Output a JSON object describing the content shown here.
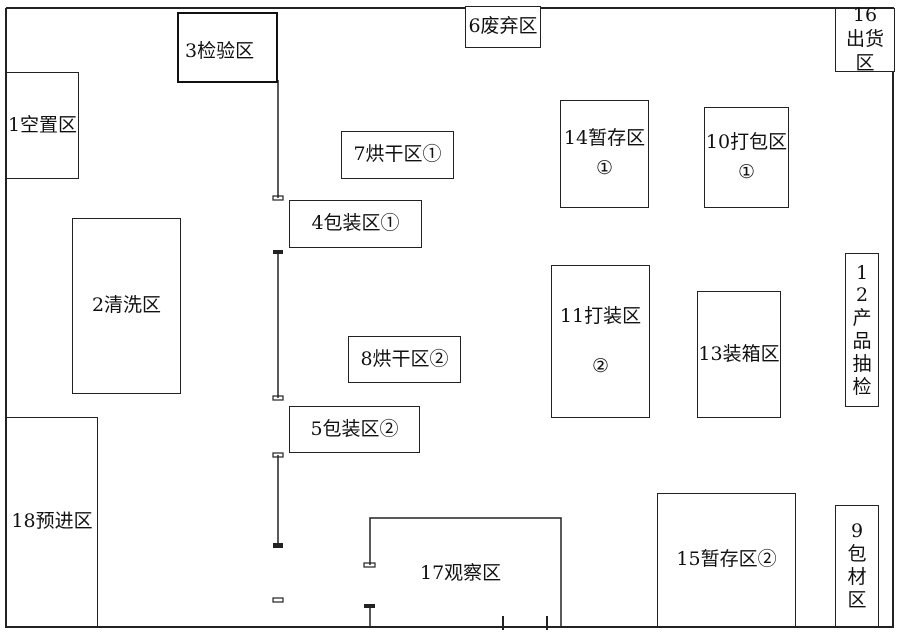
{
  "zones": [
    {
      "id": "z1",
      "label": "1空置区"
    },
    {
      "id": "z2",
      "label": "2清洗区"
    },
    {
      "id": "z3",
      "label": "3检验区"
    },
    {
      "id": "z4",
      "label": "4包装区①"
    },
    {
      "id": "z5",
      "label": "5包装区②"
    },
    {
      "id": "z6",
      "label": "6废弃区"
    },
    {
      "id": "z7",
      "label": "7烘干区①"
    },
    {
      "id": "z8",
      "label": "8烘干区②"
    },
    {
      "id": "z9",
      "label": "9包材区"
    },
    {
      "id": "z10",
      "label": "10打包区",
      "sub": "①"
    },
    {
      "id": "z11",
      "label": "11打装区",
      "sub": "②"
    },
    {
      "id": "z12",
      "label": "12产品抽检"
    },
    {
      "id": "z13",
      "label": "13装箱区"
    },
    {
      "id": "z14",
      "label": "14暂存区",
      "sub": "①"
    },
    {
      "id": "z15",
      "label": "15暂存区②"
    },
    {
      "id": "z16",
      "label": "16出货区"
    },
    {
      "id": "z17",
      "label": "17观察区"
    },
    {
      "id": "z18",
      "label": "18预进区"
    }
  ]
}
